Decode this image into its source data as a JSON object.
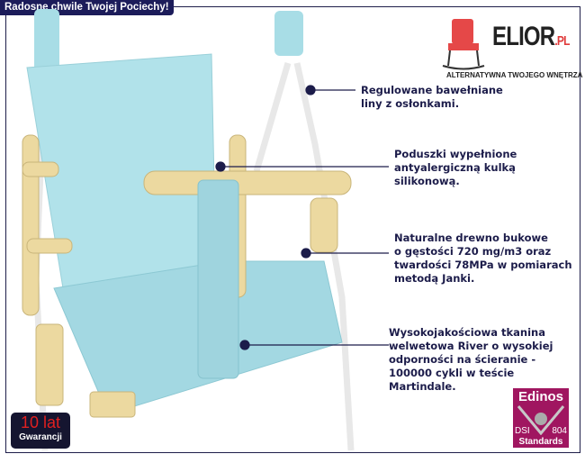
{
  "header": {
    "title": "Radosne chwile Twojej Pociechy!"
  },
  "logo": {
    "name": "ELIOR",
    "suffix": ".PL",
    "tagline": "ALTERNATYWNA TWOJEGO WNĘTRZA"
  },
  "callouts": [
    {
      "lines": [
        "Regulowane bawełniane",
        "liny z osłonkami."
      ]
    },
    {
      "lines": [
        "Poduszki wypełnione",
        "antyalergiczną kulką",
        "silikonową."
      ]
    },
    {
      "lines": [
        "Naturalne drewno bukowe",
        "o gęstości 720 mg/m3 oraz",
        "twardości  78MPa w pomiarach",
        "metodą Janki."
      ]
    },
    {
      "lines": [
        "Wysokojakościowa tkanina",
        "welwetowa River o wysokiej",
        "odporności na ścieranie -",
        "100000 cykli w teście",
        "Martindale."
      ]
    }
  ],
  "warranty": {
    "years": "10 lat",
    "label": "Gwarancji"
  },
  "badge": {
    "brand": "Edinos",
    "left": "DSI",
    "right": "804",
    "label": "Standards"
  },
  "colors": {
    "navy": "#1c1c5a",
    "fabric": "#a8dde6",
    "wood": "#ecd9a0",
    "badge": "#a01660"
  }
}
